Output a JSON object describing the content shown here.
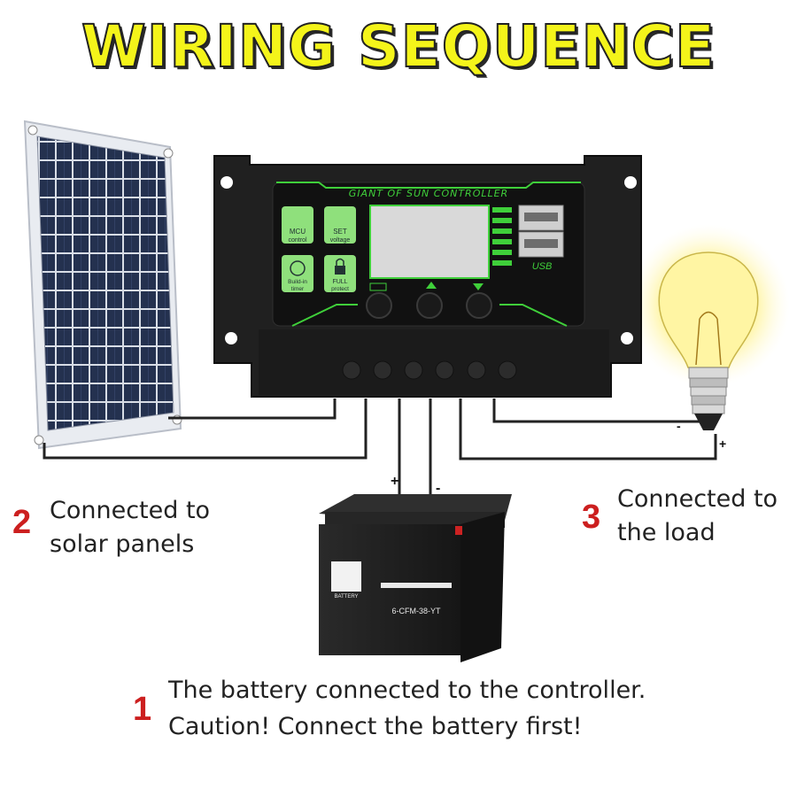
{
  "title": "WIRING SEQUENCE",
  "controller": {
    "label": "GIANT OF SUN CONTROLLER",
    "btn_mcu": [
      "MCU",
      "control"
    ],
    "btn_set": [
      "SET",
      "voltage"
    ],
    "btn_timer": [
      "Build-in",
      "timer"
    ],
    "btn_protect": [
      "FULL",
      "protect"
    ],
    "usb_label": "USB"
  },
  "battery": {
    "brand": "BATTERY",
    "model": "6-CFM-38-YT",
    "plus": "+",
    "minus": "-"
  },
  "load_plus": "+",
  "load_minus": "-",
  "step2": {
    "num": "2",
    "line1": "Connected to",
    "line2": "solar panels"
  },
  "step3": {
    "num": "3",
    "line1": "Connected to",
    "line2": "the load"
  },
  "step1": {
    "num": "1",
    "line1": "The battery connected to the controller.",
    "line2": "Caution! Connect the battery first!"
  },
  "colors": {
    "title": "#f4f41a",
    "step_number": "#cc1f1f",
    "controller_accent": "#3fcf3a",
    "lcd": "#d9d9d9"
  }
}
